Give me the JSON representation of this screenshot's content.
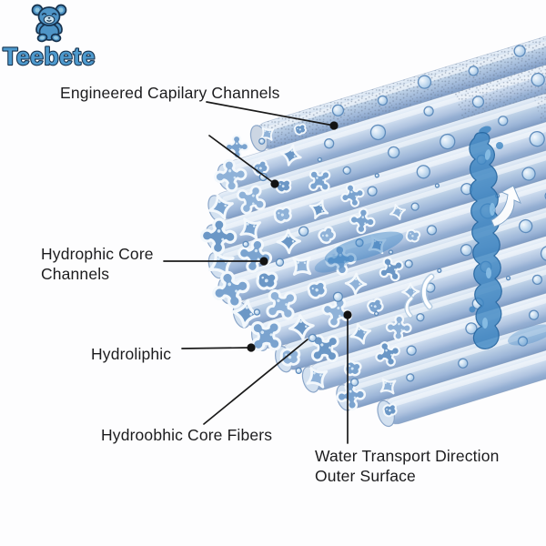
{
  "diagram": {
    "label_engineered": {
      "text": "Engineered Capilary Channels"
    },
    "label_core_channels": {
      "line1": "Hydrophic Core",
      "line2": "Channels"
    },
    "label_hydroliphic": {
      "text": "Hydroliphic"
    },
    "label_core_fibers": {
      "text": "Hydroobhic Core Fibers"
    },
    "label_water_transport": {
      "line1": "Water Transport Direction",
      "line2": "Outer Surface"
    },
    "colors": {
      "fiber_light": "#e4edf7",
      "fiber_mid": "#c3d5ea",
      "fiber_shade": "#8aa5ca",
      "channel_fill": "#7aa3cf",
      "channel_outline": "#f3f8fc",
      "water_stream": "#3e86c2",
      "droplet": "#a9c9e6",
      "leader_line": "#1a1a1a",
      "label_text": "#1c1c1e"
    }
  },
  "logo": {
    "brand": "Teebete",
    "icon": "teddy-bear",
    "color": "#4e94c6",
    "outline": "#16324e"
  }
}
